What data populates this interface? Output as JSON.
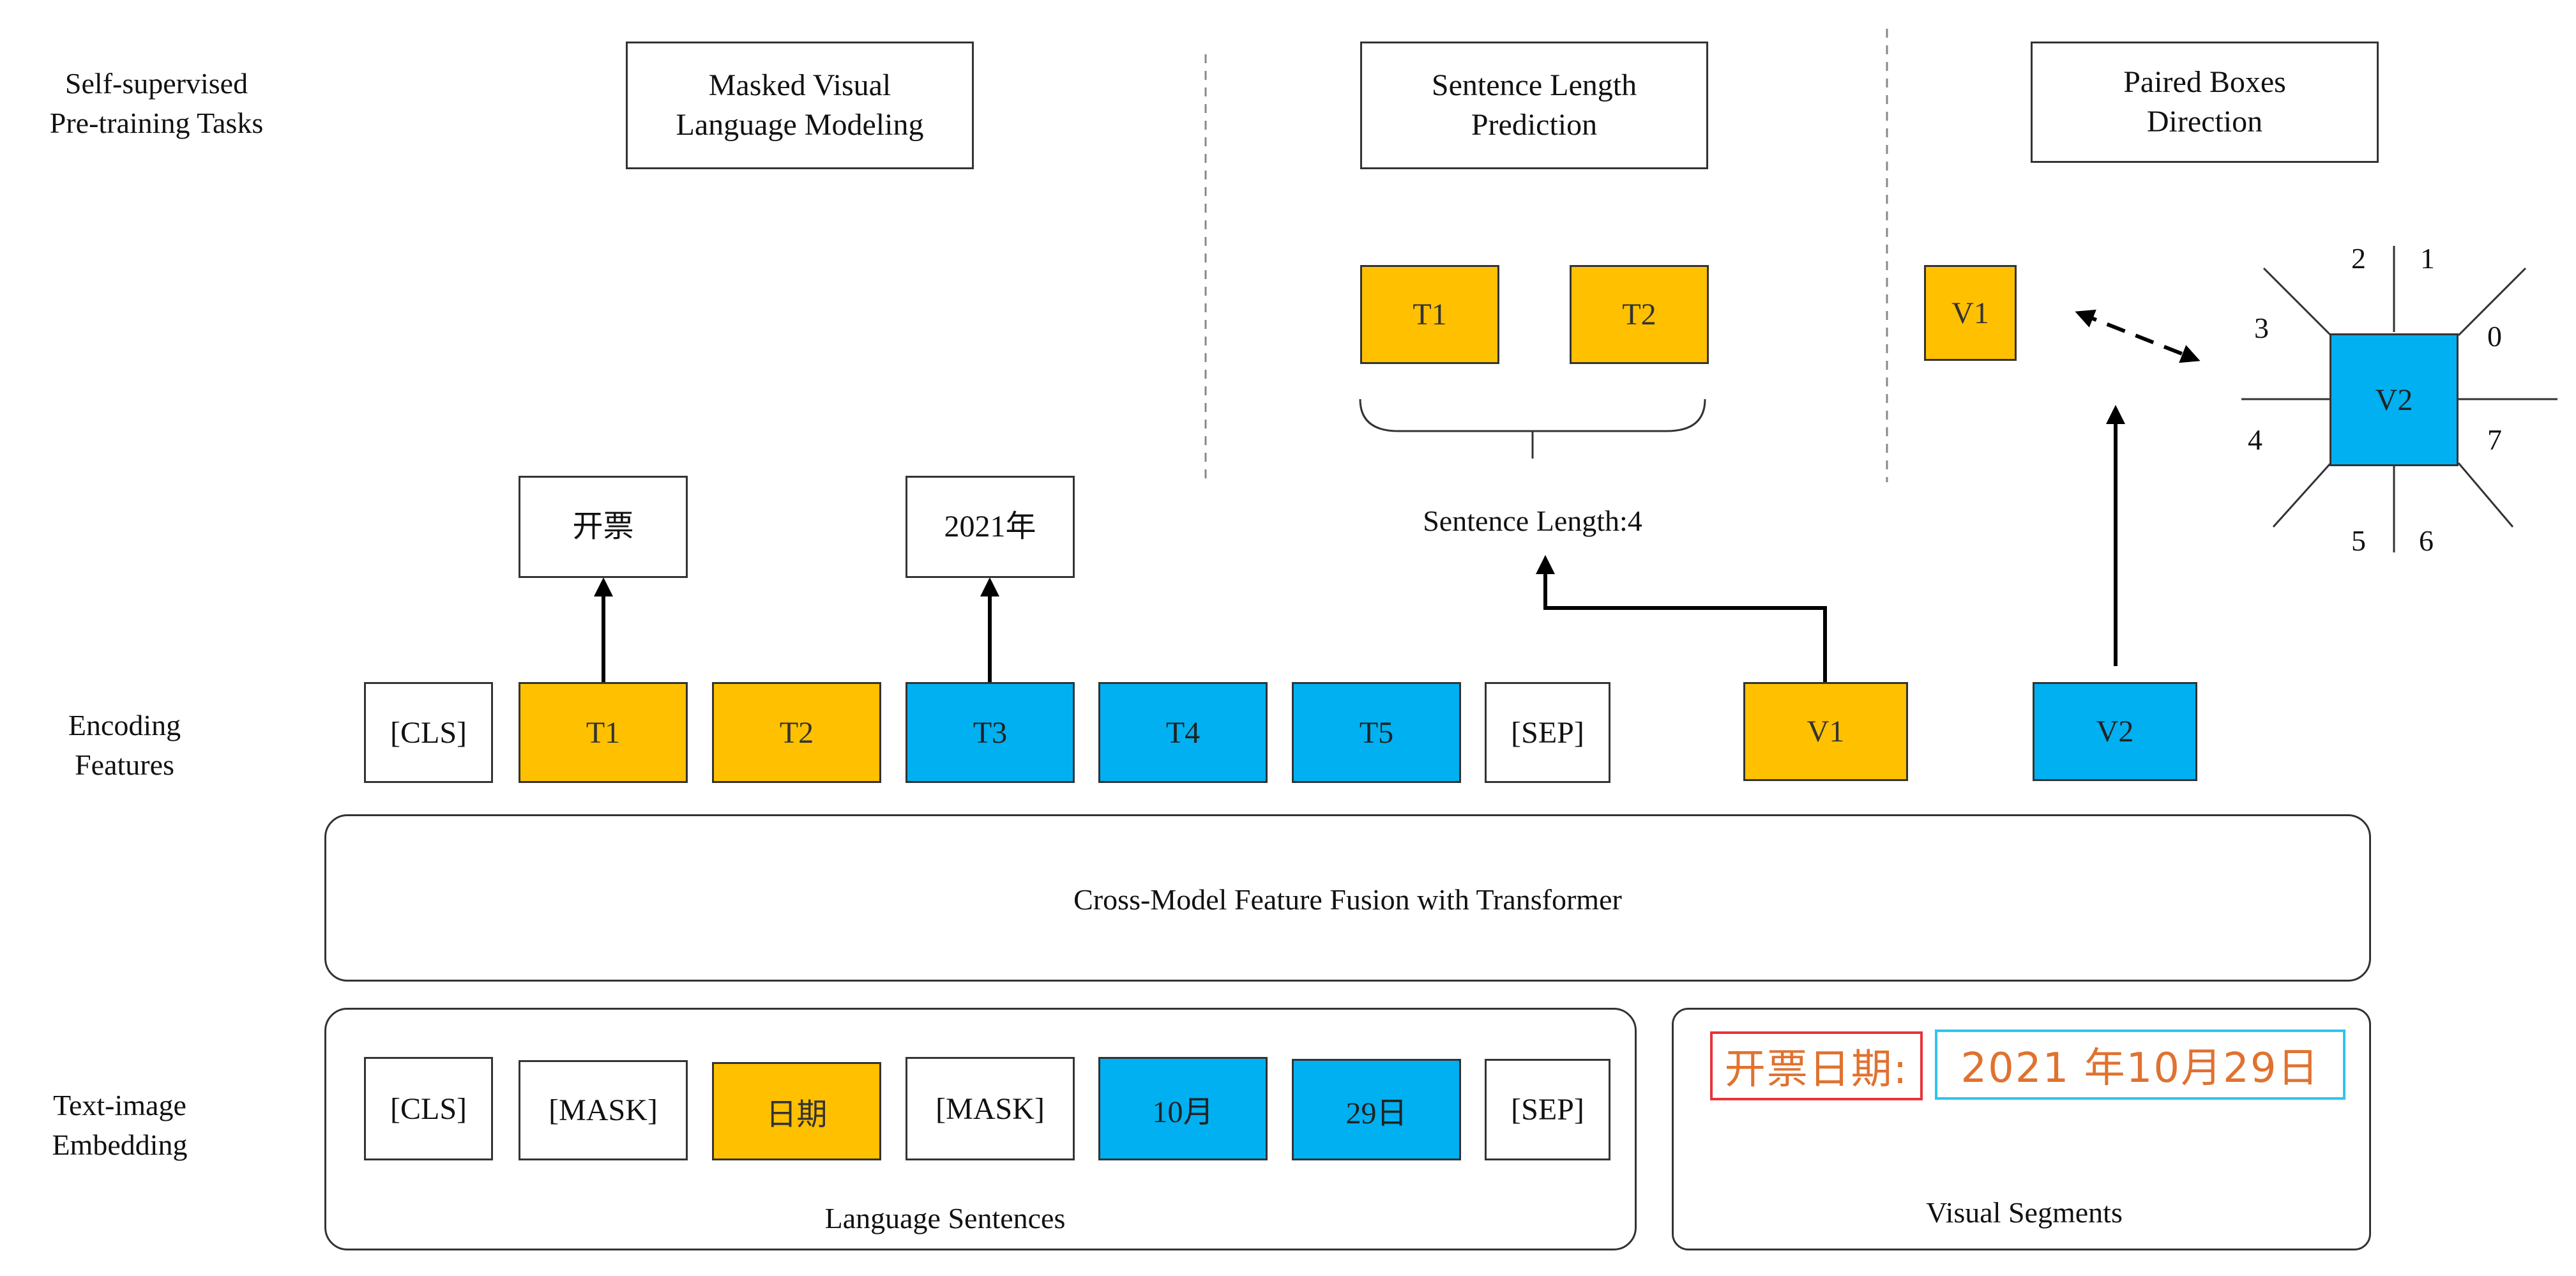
{
  "row_labels": {
    "tasks": [
      "Self-supervised",
      "Pre-training Tasks"
    ],
    "encoding": [
      "Encoding",
      "Features"
    ],
    "embedding": [
      "Text-image",
      "Embedding"
    ]
  },
  "tasks": {
    "mvlm": [
      "Masked Visual",
      "Language Modeling"
    ],
    "slp": [
      "Sentence Length",
      "Prediction"
    ],
    "pbd": [
      "Paired Boxes",
      "Direction"
    ]
  },
  "mvlm_outputs": [
    "开票",
    "2021年"
  ],
  "slp": {
    "tokens": [
      "T1",
      "T2"
    ],
    "result": "Sentence Length:4"
  },
  "pbd": {
    "v1": "V1",
    "v2": "V2",
    "directions": [
      "0",
      "1",
      "2",
      "3",
      "4",
      "5",
      "6",
      "7"
    ]
  },
  "encoding_tokens": [
    {
      "text": "[CLS]",
      "color": "white"
    },
    {
      "text": "T1",
      "color": "yellow"
    },
    {
      "text": "T2",
      "color": "yellow"
    },
    {
      "text": "T3",
      "color": "blue"
    },
    {
      "text": "T4",
      "color": "blue"
    },
    {
      "text": "T5",
      "color": "blue"
    },
    {
      "text": "[SEP]",
      "color": "white"
    },
    {
      "text": "V1",
      "color": "yellow"
    },
    {
      "text": "V2",
      "color": "blue"
    }
  ],
  "fusion_label": "Cross-Model Feature Fusion with Transformer",
  "embedding_tokens": [
    {
      "text": "[CLS]",
      "color": "white"
    },
    {
      "text": "[MASK]",
      "color": "white"
    },
    {
      "text": "日期",
      "color": "yellow"
    },
    {
      "text": "[MASK]",
      "color": "white"
    },
    {
      "text": "10月",
      "color": "blue"
    },
    {
      "text": "29日",
      "color": "blue"
    },
    {
      "text": "[SEP]",
      "color": "white"
    }
  ],
  "language_label": "Language Sentences",
  "visual_label": "Visual Segments",
  "visual_segments": [
    "开票日期:",
    "2021 年10月29日"
  ],
  "colors": {
    "yellow": "#ffc000",
    "blue": "#00b0f0",
    "red": "#e8333a",
    "cyan": "#2ec4ef"
  }
}
